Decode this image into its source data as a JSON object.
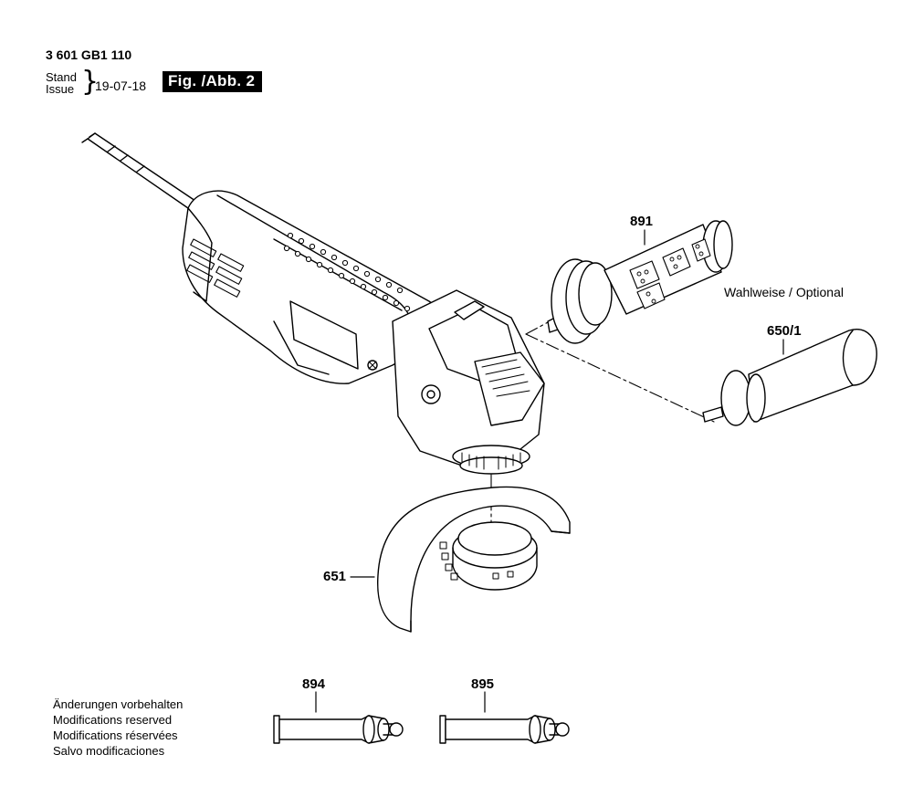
{
  "header": {
    "doc_number": "3 601 GB1 110",
    "stand_label": "Stand",
    "issue_label": "Issue",
    "brace": "}",
    "date": "19-07-18",
    "figure": "Fig. /Abb. 2"
  },
  "parts": {
    "p891": "891",
    "p650_1": "650/1",
    "p651": "651",
    "p894": "894",
    "p895": "895"
  },
  "optional_note": "Wahlweise / Optional",
  "notes": [
    "Änderungen vorbehalten",
    "Modifications reserved",
    "Modifications réservées",
    "Salvo modificaciones"
  ]
}
